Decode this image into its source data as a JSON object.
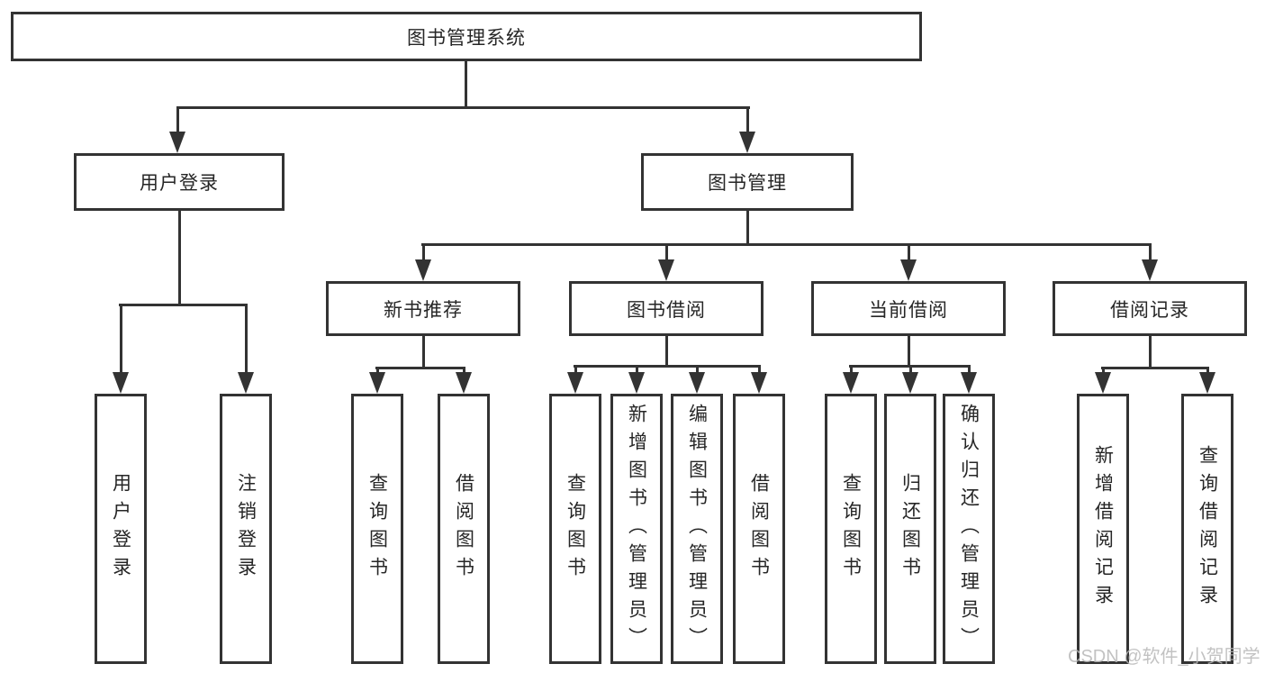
{
  "colors": {
    "line": "#333333",
    "border": "#333333",
    "text": "#262626",
    "watermark": "#b8b8b8",
    "background": "#ffffff"
  },
  "diagram": {
    "root": {
      "label": "图书管理系统"
    },
    "level2": [
      {
        "label": "用户登录"
      },
      {
        "label": "图书管理"
      }
    ],
    "level3": [
      {
        "label": "新书推荐"
      },
      {
        "label": "图书借阅"
      },
      {
        "label": "当前借阅"
      },
      {
        "label": "借阅记录"
      }
    ],
    "leaves": {
      "user_login": [
        "用户登录",
        "注销登录"
      ],
      "new_book": [
        "查询图书",
        "借阅图书"
      ],
      "book_borrow": [
        "查询图书",
        "新增图书（管理员）",
        "编辑图书（管理员）",
        "借阅图书"
      ],
      "current_borrow": [
        "查询图书",
        "归还图书",
        "确认归还（管理员）"
      ],
      "borrow_record": [
        "新增借阅记录",
        "查询借阅记录"
      ]
    }
  },
  "watermark": {
    "text": "CSDN @软件_小贺同学"
  }
}
